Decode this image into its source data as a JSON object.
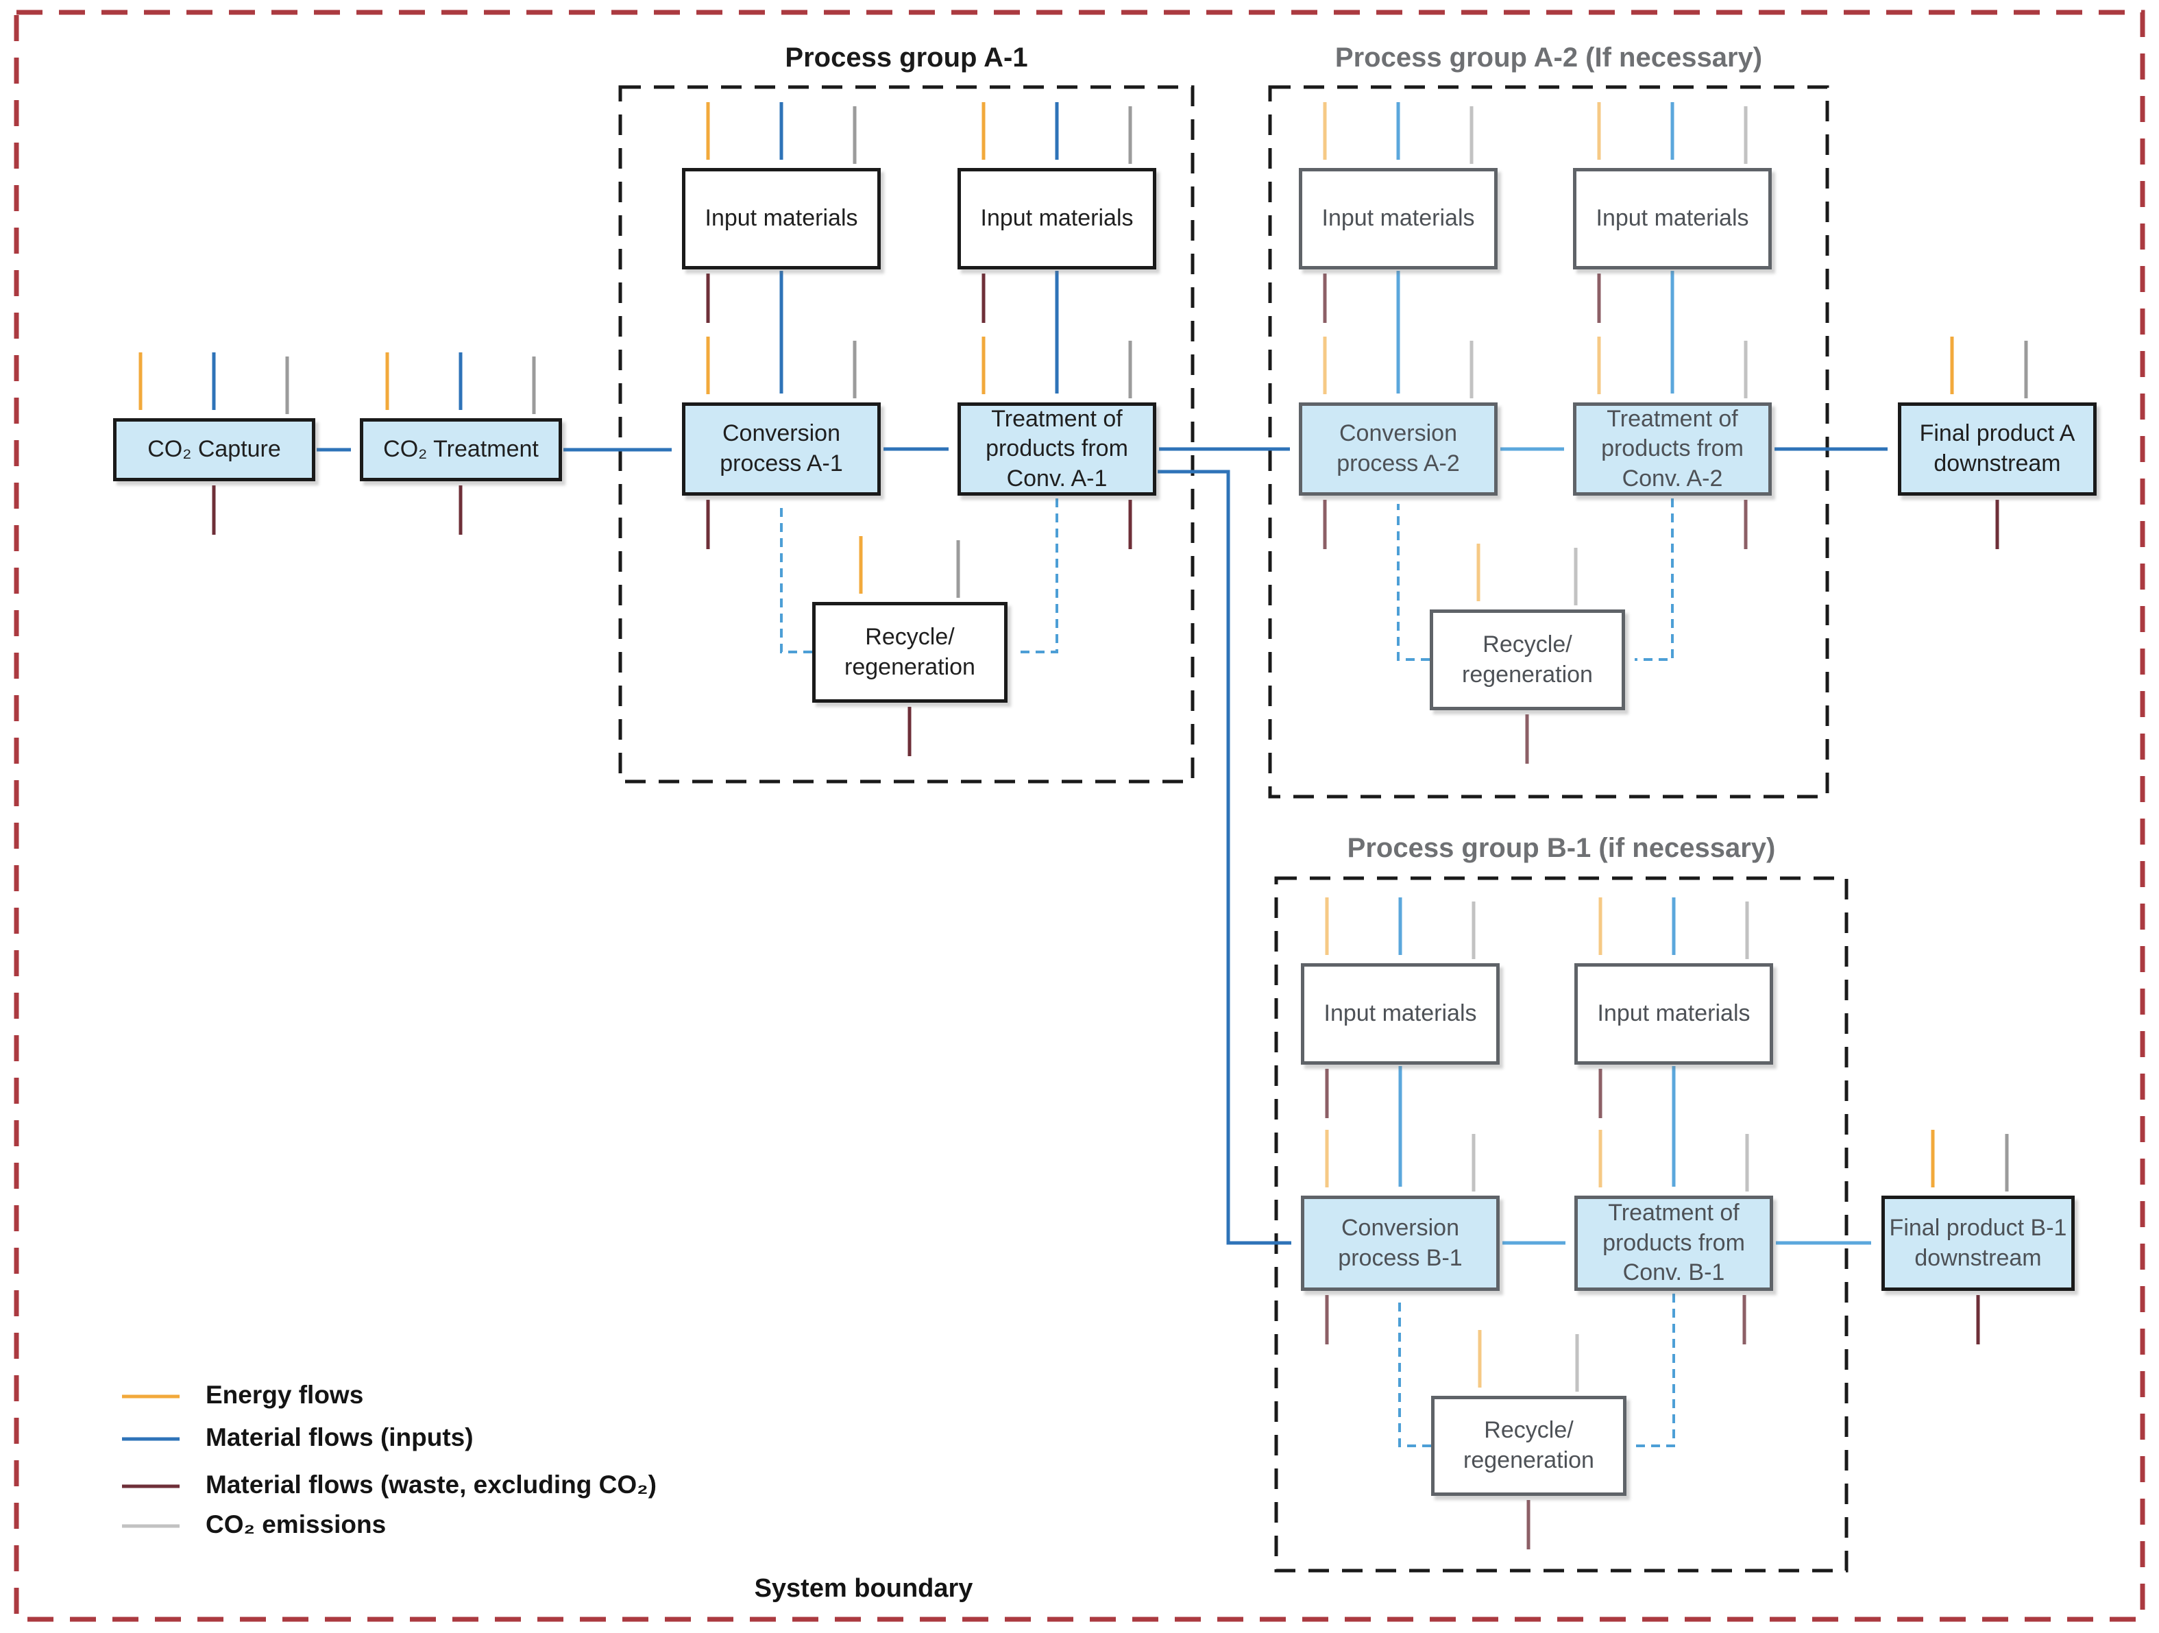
{
  "figure": {
    "type": "process-flow-diagram",
    "system_boundary_label": "System boundary"
  },
  "groups": {
    "a1": {
      "title": "Process group A-1"
    },
    "a2": {
      "title": "Process group A-2 (If necessary)"
    },
    "b1": {
      "title": "Process group B-1 (if necessary)"
    }
  },
  "boxes": {
    "co2_capture": "CO₂ Capture",
    "co2_treatment": "CO₂ Treatment",
    "input_materials": "Input materials",
    "conv_a1": "Conversion\nprocess A-1",
    "treat_a1": "Treatment of\nproducts from\nConv. A-1",
    "recycle": "Recycle/\nregeneration",
    "final_a": "Final product A\ndownstream",
    "conv_a2": "Conversion\nprocess A-2",
    "treat_a2": "Treatment of\nproducts from\nConv. A-2",
    "conv_b1": "Conversion\nprocess B-1",
    "treat_b1": "Treatment of\nproducts from\nConv. B-1",
    "final_b1": "Final product B-1\ndownstream"
  },
  "legend": {
    "items": [
      {
        "label": "Energy flows",
        "color": "#F2A93B"
      },
      {
        "label": "Material flows (inputs)",
        "color": "#2E73B8"
      },
      {
        "label": "Material flows (waste, excluding CO₂)",
        "color": "#6E2F38"
      },
      {
        "label": "CO₂ emissions",
        "color": "#C2C2C2"
      }
    ]
  },
  "colors": {
    "box_fill": "#CDE8F6",
    "boundary_red": "#AB3A40",
    "group_dash": "#1A1A1A",
    "recycle_dash_blue": "#4D9FD6"
  }
}
